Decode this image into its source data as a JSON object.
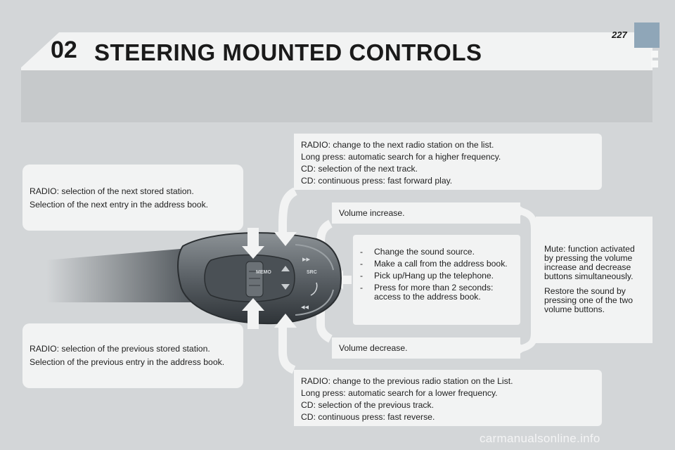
{
  "header": {
    "chapter": "02",
    "title": "STEERING MOUNTED CONTROLS",
    "page_number": "227"
  },
  "callouts": {
    "next_stored": {
      "lines": [
        "RADIO: selection of the next stored station.",
        "Selection of the next entry in the address book."
      ]
    },
    "previous_stored": {
      "lines": [
        "RADIO: selection of the previous stored station.",
        "Selection of the previous entry in the address book."
      ]
    },
    "next_station": {
      "lines": [
        "RADIO: change to the next radio station on the list.",
        "Long press: automatic search for a higher frequency.",
        "CD: selection of the next track.",
        "CD: continuous press: fast forward play."
      ]
    },
    "previous_station": {
      "lines": [
        "RADIO: change to the previous radio station on the List.",
        "Long press: automatic search for a lower frequency.",
        "CD: selection of the previous track.",
        "CD: continuous press: fast reverse."
      ]
    },
    "volume_increase": "Volume increase.",
    "volume_decrease": "Volume decrease.",
    "src_button": {
      "items": [
        "Change the sound source.",
        "Make a call from the address book.",
        "Pick up/Hang up the telephone.",
        "Press for more than 2 seconds: access to the address book."
      ]
    },
    "mute": {
      "paragraph1": "Mute: function activated by pressing the volume increase and decrease buttons simultaneously.",
      "paragraph2": "Restore the sound by pressing one of the two volume buttons."
    }
  },
  "stalk_labels": {
    "memo": "MEMO",
    "src": "SRC"
  },
  "watermark": "carmanualsonline.info",
  "colors": {
    "accent_blue": "#8fa6b8",
    "panel": "#f2f3f3",
    "background": "#d3d6d8"
  }
}
